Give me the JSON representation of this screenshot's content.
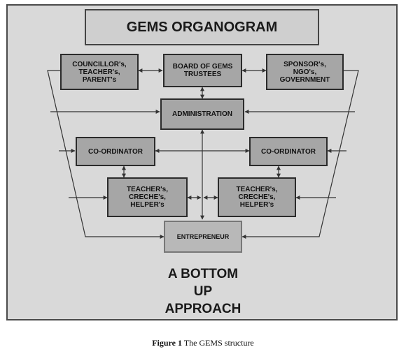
{
  "title": "GEMS ORGANOGRAM",
  "boxes": {
    "councillors": "COUNCILLOR's,\nTEACHER's,\nPARENT's",
    "board": "BOARD OF GEMS\nTRUSTEES",
    "sponsors": "SPONSOR's,\nNGO's,\nGOVERNMENT",
    "administration": "ADMINISTRATION",
    "coordinator_left": "CO-ORDINATOR",
    "coordinator_right": "CO-ORDINATOR",
    "teachers_left": "TEACHER's,\nCRECHE's,\nHELPER's",
    "teachers_right": "TEACHER's,\nCRECHE's,\nHELPER's",
    "entrepreneur": "ENTREPRENEUR"
  },
  "approach": "A BOTTOM\nUP\nAPPROACH",
  "caption": {
    "label": "Figure 1",
    "text": " The GEMS structure"
  },
  "colors": {
    "background": "#d9d9d9",
    "box_fill": "#a6a6a6",
    "entrepreneur_fill": "#b8b8b8",
    "line": "#333333"
  }
}
